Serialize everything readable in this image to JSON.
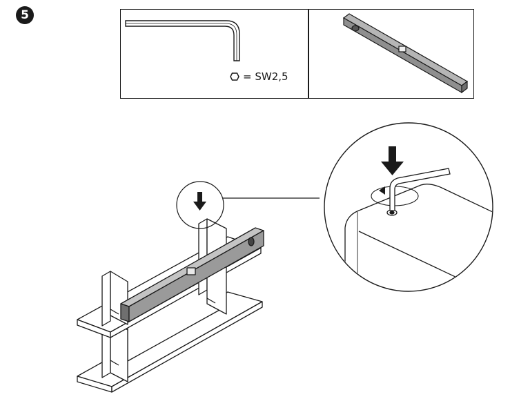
{
  "step": {
    "number": "5"
  },
  "tools": {
    "allen_key": {
      "icon": "hex-key-icon",
      "size_label": "= SW2,5"
    },
    "spirit_level": {
      "icon": "spirit-level-icon"
    }
  },
  "illustration": {
    "main": "shelf-assembly-illustration",
    "detail": "detail-zoom-circle",
    "arrow_icon": "down-arrow-icon",
    "rotate_icon": "rotate-arrow-icon"
  },
  "colors": {
    "ink": "#1a1a1a",
    "level_fill": "#9a9a9a",
    "level_dark": "#6f6f6f"
  }
}
